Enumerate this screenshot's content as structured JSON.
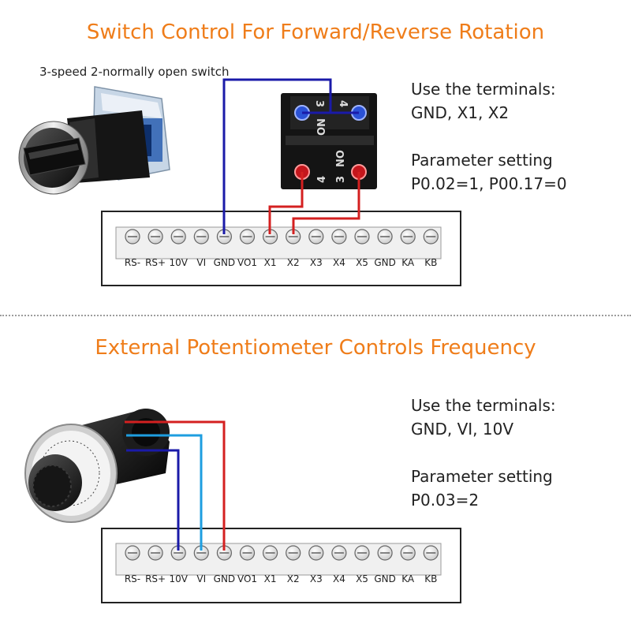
{
  "section1": {
    "title": "Switch Control For Forward/Reverse Rotation",
    "switch_caption": "3-speed 2-normally open switch",
    "terminals_heading": "Use the terminals:",
    "terminals": "GND, X1, X2",
    "param_heading": "Parameter setting",
    "params": "P0.02=1, P00.17=0",
    "contact_labels": {
      "top_left": "3",
      "top_right": "4",
      "top_on": "NO",
      "bottom_on": "NO",
      "bottom_left": "4",
      "bottom_right": "3"
    }
  },
  "section2": {
    "title": "External Potentiometer Controls Frequency",
    "terminals_heading": "Use the terminals:",
    "terminals": "GND, VI, 10V",
    "param_heading": "Parameter setting",
    "params": "P0.03=2"
  },
  "terminal_labels": [
    "RS-",
    "RS+",
    "10V",
    "VI",
    "GND",
    "VO1",
    "X1",
    "X2",
    "X3",
    "X4",
    "X5",
    "GND",
    "KA",
    "KB"
  ],
  "colors": {
    "title": "#ef7d1a",
    "wire_blue": "#1a1aa8",
    "wire_red": "#d42020",
    "wire_light_blue": "#1e9ee0",
    "divider": "#9c9c9c"
  }
}
